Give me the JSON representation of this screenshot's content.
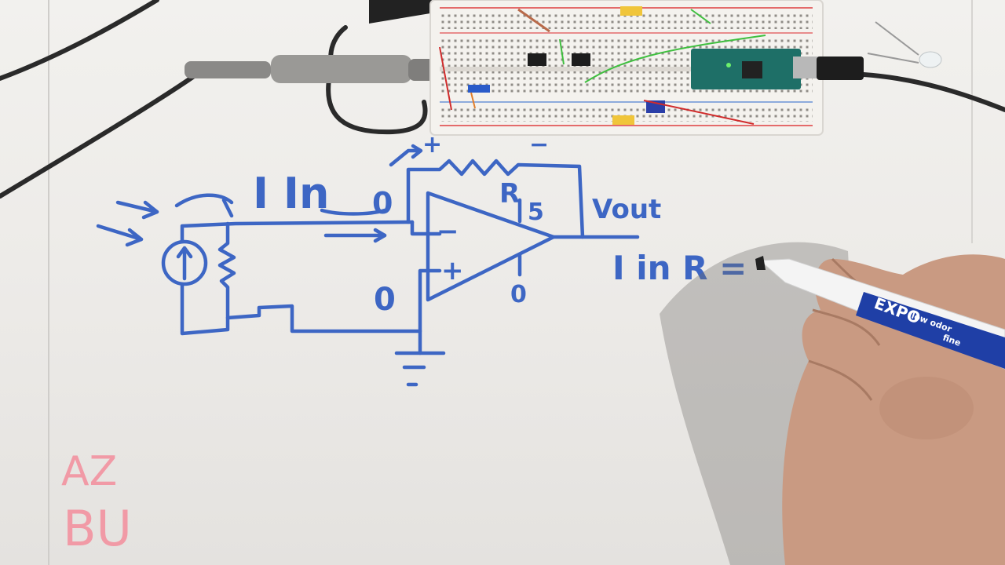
{
  "whiteboard": {
    "ink_color": "#3d66c4",
    "corner_ink_color": "#f19aa6",
    "labels": {
      "current_label": "I In",
      "node_minus_value": "0",
      "node_plus_value": "0",
      "feedback_plus_sign": "+",
      "feedback_minus_sign": "−",
      "resistor_label": "R",
      "pin_top": "5",
      "pin_bottom": "0",
      "output_label": "Vout",
      "inverting_sign": "−",
      "noninverting_sign": "+",
      "equation": "I in R ="
    },
    "corner_text": {
      "line1": "AZ",
      "line2": "BU"
    }
  },
  "marker": {
    "brand": "EXPO",
    "spec1": "low odor",
    "spec2": "fine"
  },
  "scene_objects": {
    "breadboard": "breadboard",
    "microcontroller": "arduino-nano",
    "probe": "oscilloscope-probe",
    "hand": "hand"
  }
}
